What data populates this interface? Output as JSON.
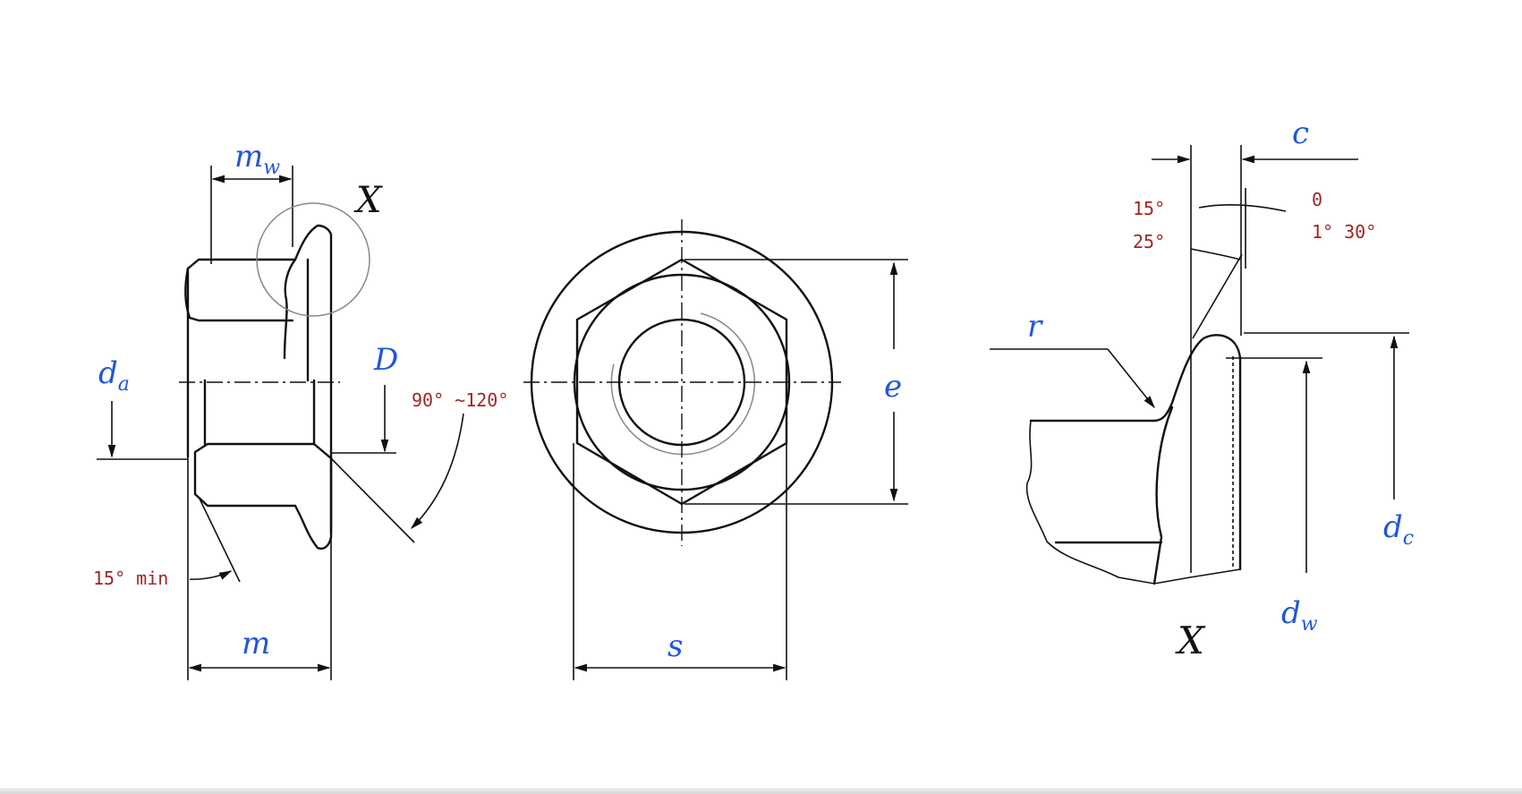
{
  "diagram": {
    "title": "Hexagon flange nut dimension drawing",
    "views": [
      "side-section-view",
      "top-view",
      "detail-x-view"
    ],
    "colors": {
      "dimension_label": "#2255dd",
      "angle_label": "#a02525",
      "line": "#111111"
    }
  },
  "side_view": {
    "labels": {
      "mw_main": "m",
      "mw_sub": "w",
      "x_detail": "X",
      "da_main": "d",
      "da_sub": "a",
      "D": "D",
      "angle_flange": "90° ~120°",
      "angle_chamfer": "15° min",
      "m": "m"
    }
  },
  "top_view": {
    "labels": {
      "e": "e",
      "s": "s"
    }
  },
  "detail_view": {
    "labels": {
      "c": "c",
      "angle_a1": "15°",
      "angle_a2": "25°",
      "angle_b1": "0",
      "angle_b2": "1° 30°",
      "r": "r",
      "dc_main": "d",
      "dc_sub": "c",
      "dw_main": "d",
      "dw_sub": "w",
      "x_detail": "X"
    }
  }
}
